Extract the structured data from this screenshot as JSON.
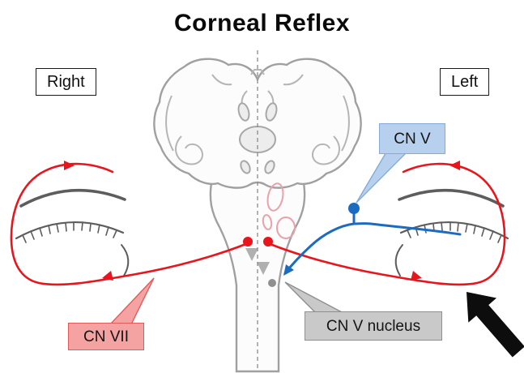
{
  "title": "Corneal Reflex",
  "side_labels": {
    "right": "Right",
    "left": "Left"
  },
  "callouts": {
    "cn_v": {
      "label": "CN V"
    },
    "cn_vii": {
      "label": "CN VII"
    },
    "cn_v_nucleus": {
      "label": "CN V nucleus"
    }
  },
  "icons": {
    "stimulus_arrow": "thick black arrow pointing up-left toward the left eye",
    "afferent_neuron_dot": "blue trigeminal ganglion cell body on CN V pathway",
    "efferent_neuron_dots": "red facial nucleus cell bodies at brainstem midline"
  },
  "colors": {
    "pathway_red": "#e8151c",
    "pathway_blue": "#1b6cc1",
    "cn_v_box_bg": "#b6d0ee",
    "cn_v_box_border": "#85acd8",
    "cn_vii_box_bg": "#f5a2a2",
    "cn_vii_box_border": "#e05c5c",
    "nucleus_box_bg": "#c9c9c9",
    "nucleus_box_border": "#8f8f8f",
    "outline_gray": "#a0a0a0",
    "sketch_dark": "#5d5d5d",
    "pink_oval": "#e9a2aa",
    "arrow_black": "#0d0d0d"
  }
}
